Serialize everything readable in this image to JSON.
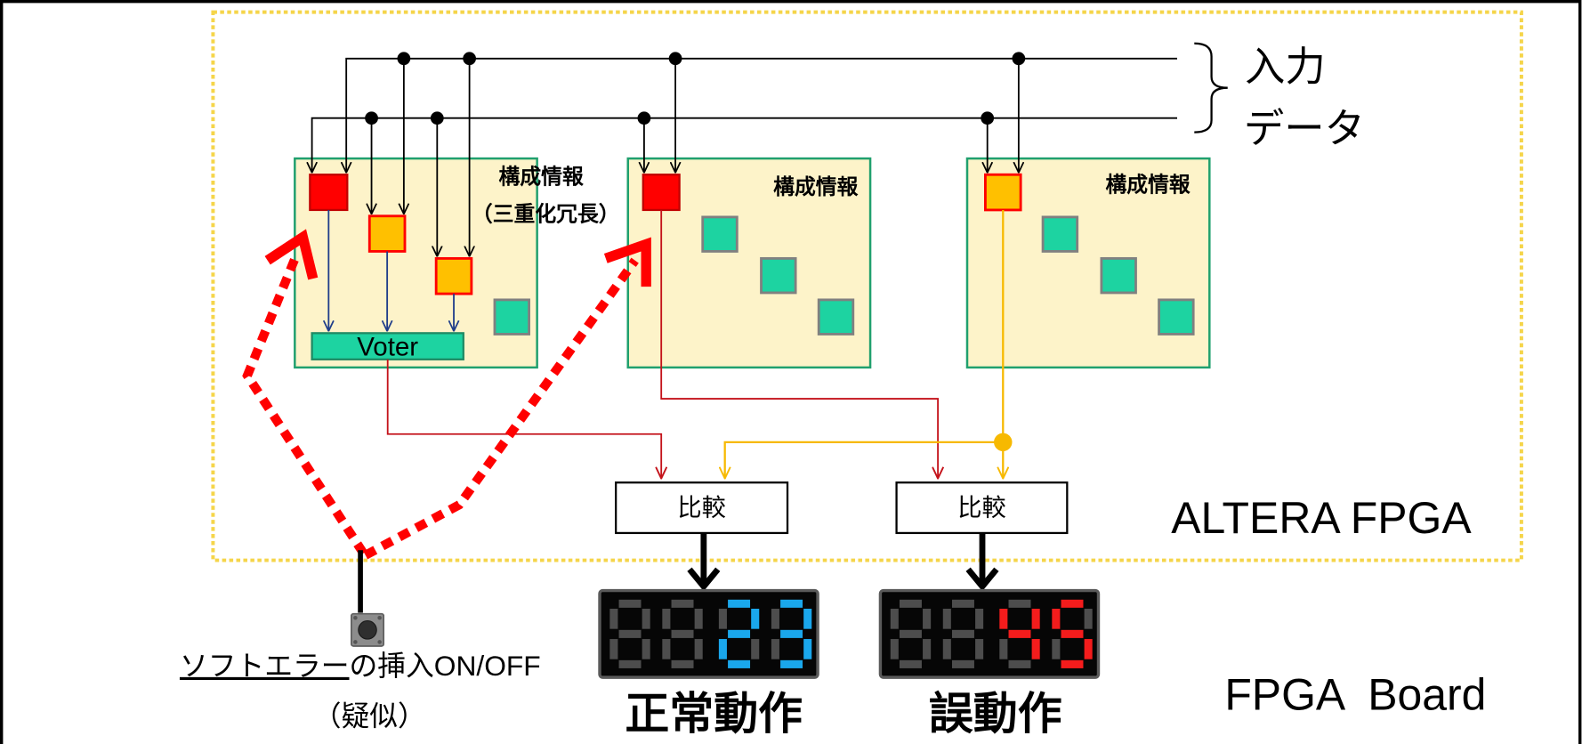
{
  "input_label": {
    "line1": "入力",
    "line2": "データ"
  },
  "fpga": {
    "label": "ALTERA FPGA",
    "panels": [
      {
        "config_label": "構成情報",
        "note": "（三重化冗長）",
        "voter_label": "Voter"
      },
      {
        "config_label": "構成情報"
      },
      {
        "config_label": "構成情報"
      }
    ],
    "comparators": [
      {
        "label": "比較"
      },
      {
        "label": "比較"
      }
    ]
  },
  "displays": [
    {
      "value": 23,
      "digits": 4,
      "color": "#1aa7ec",
      "status": "正常動作",
      "status_color": "#1a8ee0"
    },
    {
      "value": 45,
      "digits": 4,
      "color": "#f41c1c",
      "status": "誤動作",
      "status_color": "#ea2a1e"
    }
  ],
  "soft_error_switch": {
    "label_underlined": "ソフトエラー",
    "label_rest": "の挿入ON/OFF",
    "note": "（疑似）"
  },
  "board_label": "FPGA  Board",
  "colors": {
    "fpga_boundary": "#f5d54a",
    "panel_fill": "#fdf3c9",
    "panel_border": "#20a06e",
    "block_red": "#ff0000",
    "block_yellow": "#ffc000",
    "block_teal": "#1dd3a1",
    "wire_navy": "#1f3d8a",
    "wire_red": "#c4121a",
    "wire_gold": "#f7b900",
    "fault_path": "#ff0000",
    "segment_off": "#4d4d4d"
  }
}
